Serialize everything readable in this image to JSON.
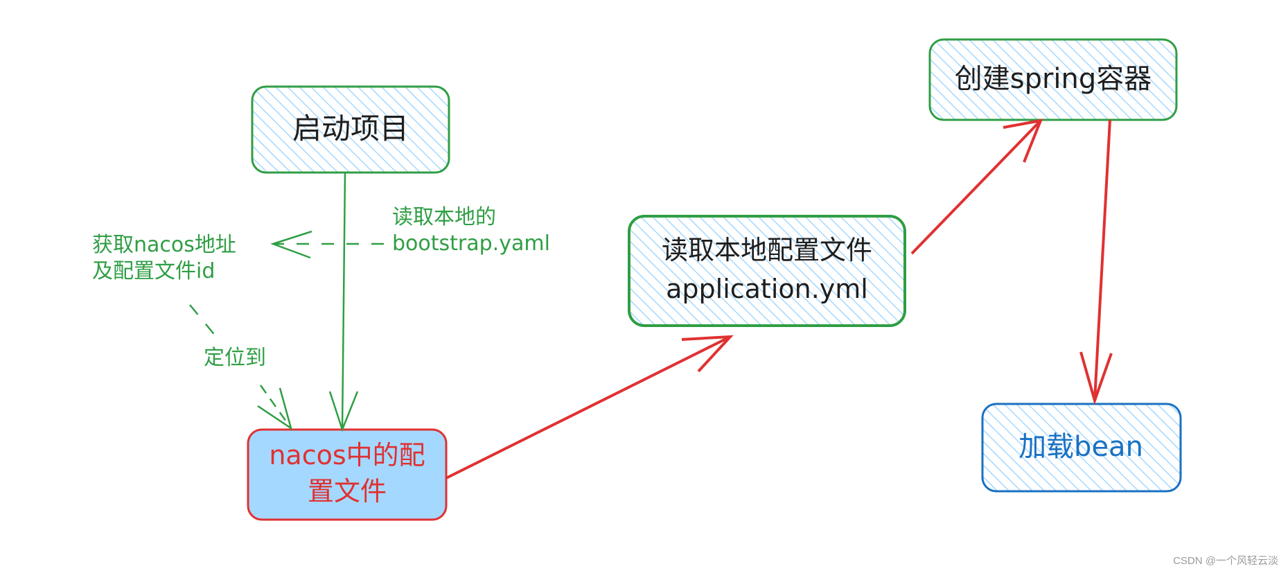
{
  "nodes": {
    "start": "启动项目",
    "nacos_config_line1": "nacos中的配",
    "nacos_config_line2": "置文件",
    "read_local_line1": "读取本地配置文件",
    "read_local_line2": "application.yml",
    "create_spring": "创建spring容器",
    "load_bean": "加载bean"
  },
  "labels": {
    "read_bootstrap_line1": "读取本地的",
    "read_bootstrap_line2": "bootstrap.yaml",
    "get_nacos_line1": "获取nacos地址",
    "get_nacos_line2": "及配置文件id",
    "locate_to": "定位到"
  },
  "watermark": "CSDN @一个风轻云淡",
  "colors": {
    "green": "#2f9e44",
    "red": "#e03131",
    "blue": "#1971c2",
    "hatch_blue": "#a5d8ff",
    "fill_blue": "#a5d8ff"
  }
}
